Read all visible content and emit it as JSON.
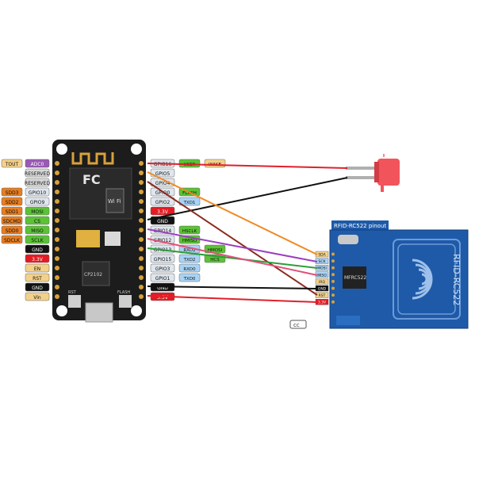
{
  "nodemcu": {
    "left_pins": [
      {
        "alt": "TOUT",
        "name": "ADC0",
        "alt_color": "#f3d18a",
        "name_color": "#9b59b6"
      },
      {
        "alt": "",
        "name": "RESERVED",
        "alt_color": "",
        "name_color": "#d9d9d9"
      },
      {
        "alt": "",
        "name": "RESERVED",
        "alt_color": "",
        "name_color": "#d9d9d9"
      },
      {
        "alt": "SDD3",
        "name": "GPIO10",
        "alt_color": "#e67e22",
        "name_color": "#dfe6ee"
      },
      {
        "alt": "SDD2",
        "name": "GPIO9",
        "alt_color": "#e67e22",
        "name_color": "#dfe6ee"
      },
      {
        "alt": "SDD1",
        "name": "MOSI",
        "alt_color": "#e67e22",
        "name_color": "#5bc236"
      },
      {
        "alt": "SDCMD",
        "name": "CS",
        "alt_color": "#e67e22",
        "name_color": "#5bc236"
      },
      {
        "alt": "SDD0",
        "name": "MISO",
        "alt_color": "#e67e22",
        "name_color": "#5bc236"
      },
      {
        "alt": "SDCLK",
        "name": "SCLK",
        "alt_color": "#e67e22",
        "name_color": "#5bc236"
      },
      {
        "alt": "",
        "name": "GND",
        "alt_color": "",
        "name_color": "#111111"
      },
      {
        "alt": "",
        "name": "3.3V",
        "alt_color": "",
        "name_color": "#e31b23"
      },
      {
        "alt": "",
        "name": "EN",
        "alt_color": "",
        "name_color": "#f3d18a"
      },
      {
        "alt": "",
        "name": "RST",
        "alt_color": "",
        "name_color": "#f3d18a"
      },
      {
        "alt": "",
        "name": "GND",
        "alt_color": "",
        "name_color": "#111111"
      },
      {
        "alt": "",
        "name": "Vin",
        "alt_color": "",
        "name_color": "#f3d18a"
      }
    ],
    "right_pins": [
      {
        "name": "GPIO16",
        "tags": [
          "USER",
          "WAKE"
        ]
      },
      {
        "name": "GPIO5",
        "tags": []
      },
      {
        "name": "GPIO4",
        "tags": []
      },
      {
        "name": "GPIO0",
        "tags": [
          "FLASH"
        ]
      },
      {
        "name": "GPIO2",
        "tags": [
          "TXD1"
        ]
      },
      {
        "name": "3.3V",
        "tags": []
      },
      {
        "name": "GND",
        "tags": []
      },
      {
        "name": "GPIO14",
        "tags": [
          "HSCLK"
        ]
      },
      {
        "name": "GPIO12",
        "tags": [
          "HMISO"
        ]
      },
      {
        "name": "GPIO13",
        "tags": [
          "RXD2",
          "HMOSI"
        ]
      },
      {
        "name": "GPIO15",
        "tags": [
          "TXD2",
          "HCS"
        ]
      },
      {
        "name": "GPIO3",
        "tags": [
          "RXD0"
        ]
      },
      {
        "name": "GPIO1",
        "tags": [
          "TXD0"
        ]
      },
      {
        "name": "GND",
        "tags": []
      },
      {
        "name": "3.3V",
        "tags": []
      }
    ],
    "logo": "FC",
    "wifi_text": "Wi Fi",
    "chip_text": "CP2102",
    "button_labels": [
      "RST",
      "FLASH"
    ]
  },
  "rfid": {
    "title": "RFID-RC522 pinout",
    "board_text": "RFID-RC522",
    "chip_label": "MFRC522",
    "pins": [
      "SDA",
      "SCK",
      "MOSI",
      "MISO",
      "IRQ",
      "GND",
      "RST",
      "3.3V"
    ]
  },
  "cc_badge": "cc",
  "colors": {
    "board": "#1c1c1c",
    "rfid_board": "#1e5aa8",
    "led": "#f2545b",
    "wire_red": "#e0202a",
    "wire_black": "#111111",
    "wire_orange": "#f08a24",
    "wire_brown": "#8b2b1e",
    "wire_purple": "#9b3fc0",
    "wire_green": "#2e9e3a",
    "wire_pink": "#e3507a",
    "wire_blue": "#3a6fd8"
  }
}
